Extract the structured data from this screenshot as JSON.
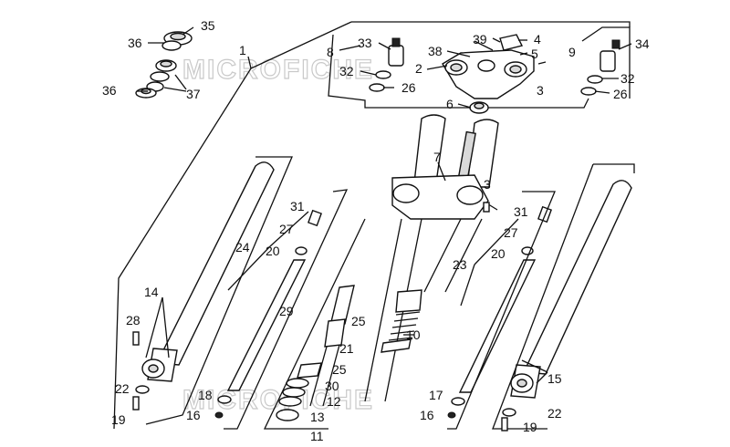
{
  "watermark": {
    "top": "MICROFICHE",
    "bottom": "MICROFICHE"
  },
  "callouts": {
    "c1": "1",
    "c2": "2",
    "c3a": "3",
    "c3b": "3",
    "c4": "4",
    "c5": "5",
    "c6": "6",
    "c7": "7",
    "c8": "8",
    "c9": "9",
    "c10": "10",
    "c11": "11",
    "c12": "12",
    "c13": "13",
    "c14": "14",
    "c15": "15",
    "c16a": "16",
    "c16b": "16",
    "c17": "17",
    "c18": "18",
    "c19a": "19",
    "c19b": "19",
    "c20a": "20",
    "c20b": "20",
    "c21": "21",
    "c22a": "22",
    "c22b": "22",
    "c23": "23",
    "c24": "24",
    "c25a": "25",
    "c25b": "25",
    "c26a": "26",
    "c26b": "26",
    "c27a": "27",
    "c27b": "27",
    "c28": "28",
    "c29": "29",
    "c30": "30",
    "c31a": "31",
    "c31b": "31",
    "c32a": "32",
    "c32b": "32",
    "c33": "33",
    "c34": "34",
    "c35": "35",
    "c36a": "36",
    "c36b": "36",
    "c37": "37",
    "c38": "38",
    "c39": "39"
  }
}
